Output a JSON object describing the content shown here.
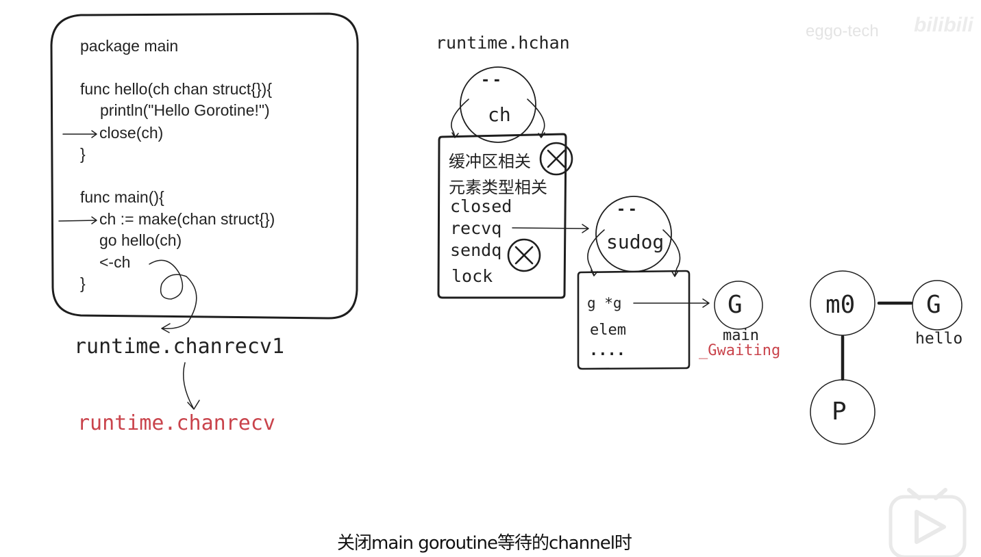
{
  "code_block": {
    "lines": [
      "package main",
      "func hello(ch chan struct{}){",
      "println(\"Hello Gorotine!\")",
      "close(ch)",
      "}",
      "func main(){",
      "ch := make(chan struct{})",
      "go hello(ch)",
      "<-ch",
      "}"
    ]
  },
  "flow": {
    "chanrecv1": "runtime.chanrecv1",
    "chanrecv": "runtime.chanrecv"
  },
  "hchan": {
    "title": "runtime.hchan",
    "face": "- -",
    "head_label": "ch",
    "fields": [
      "缓冲区相关",
      "元素类型相关",
      "closed",
      "recvq",
      "sendq",
      "lock"
    ]
  },
  "sudog": {
    "face": "- -",
    "head_label": "sudog",
    "fields": [
      "g *g",
      "elem",
      "...."
    ]
  },
  "goroutine_main": {
    "node": "G",
    "name": "main",
    "status": "_Gwaiting"
  },
  "scheduler": {
    "m": "m0",
    "g": "G",
    "g_name": "hello",
    "p": "P"
  },
  "watermark": {
    "author": "eggo-tech",
    "site": "bilibili"
  },
  "subtitle": "关闭main goroutine等待的channel时",
  "colors": {
    "ink": "#1e1e1e",
    "highlight_red": "#c9434b"
  }
}
